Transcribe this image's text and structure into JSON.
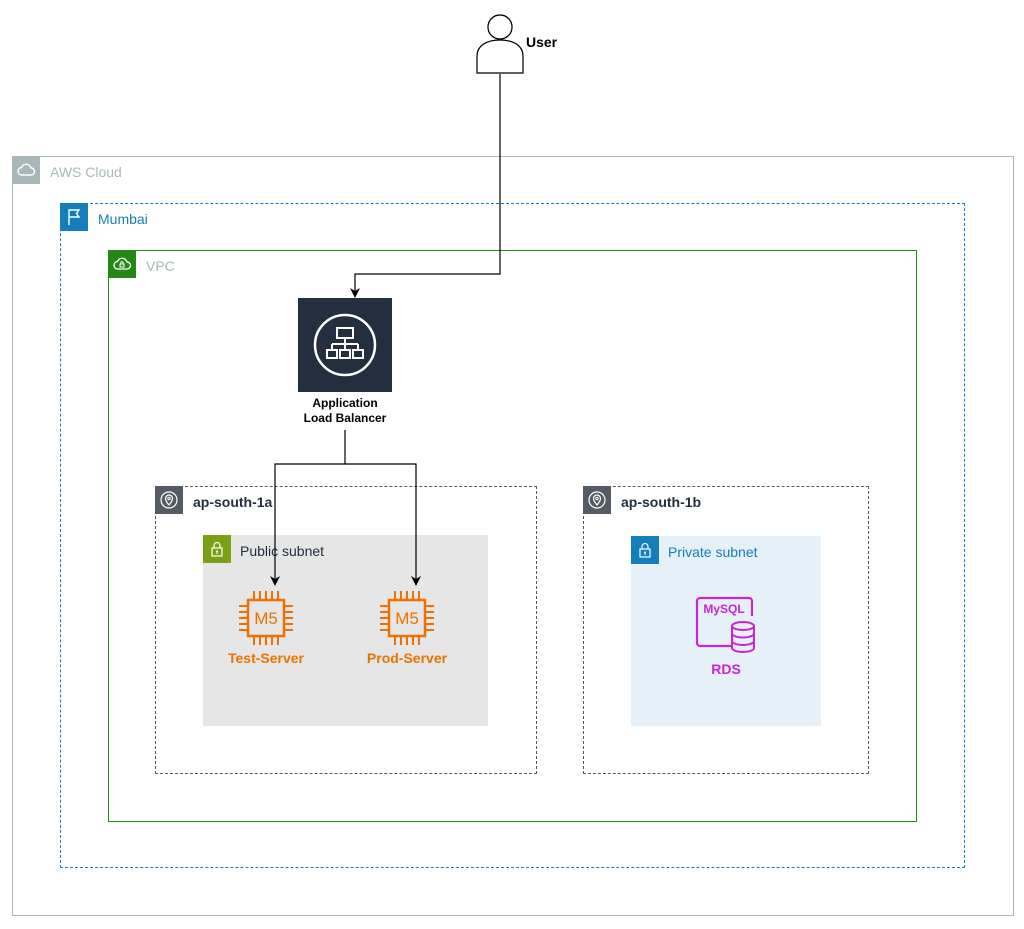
{
  "user": {
    "label": "User"
  },
  "groups": {
    "aws_cloud": {
      "label": "AWS Cloud",
      "color": "#aab7b8"
    },
    "region": {
      "label": "Mumbai",
      "color": "#147eba"
    },
    "vpc": {
      "label": "VPC",
      "color": "#248814"
    },
    "az_a": {
      "label": "ap-south-1a",
      "color": "#545b64"
    },
    "az_b": {
      "label": "ap-south-1b",
      "color": "#545b64"
    },
    "public_subnet": {
      "label": "Public subnet",
      "color": "#7aa116",
      "fill": "#e6e6e6"
    },
    "private_subnet": {
      "label": "Private subnet",
      "color": "#147eba",
      "fill": "#e6f0f8"
    }
  },
  "alb": {
    "label_line1": "Application",
    "label_line2": "Load Balancer",
    "color": "#232f3e"
  },
  "instances": [
    {
      "name": "Test-Server",
      "type": "M5",
      "color": "#ed7100"
    },
    {
      "name": "Prod-Server",
      "type": "M5",
      "color": "#ed7100"
    }
  ],
  "rds": {
    "name": "RDS",
    "engine": "MySQL",
    "color": "#c925d1"
  }
}
